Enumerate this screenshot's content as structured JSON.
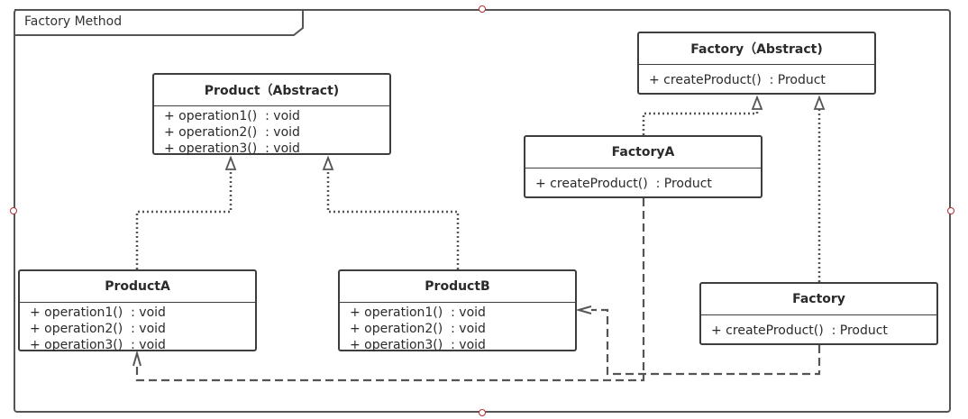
{
  "frame": {
    "title": "Factory Method"
  },
  "classes": {
    "product_abstract": {
      "name": "Product（Abstract)",
      "ops": [
        "+ operation1()  : void",
        "+ operation2()  : void",
        "+ operation3()  : void"
      ]
    },
    "product_a": {
      "name": "ProductA",
      "ops": [
        "+ operation1()  : void",
        "+ operation2()  : void",
        "+ operation3()  : void"
      ]
    },
    "product_b": {
      "name": "ProductB",
      "ops": [
        "+ operation1()  : void",
        "+ operation2()  : void",
        "+ operation3()  : void"
      ]
    },
    "factory_abstract": {
      "name": "Factory（Abstract)",
      "ops": [
        "+ createProduct()  : Product"
      ]
    },
    "factory_a": {
      "name": "FactoryA",
      "ops": [
        "+ createProduct()  : Product"
      ]
    },
    "factory": {
      "name": "Factory",
      "ops": [
        "+ createProduct()  : Product"
      ]
    }
  },
  "relations": [
    {
      "kind": "realization",
      "from": "ProductA",
      "to": "Product（Abstract)"
    },
    {
      "kind": "realization",
      "from": "ProductB",
      "to": "Product（Abstract)"
    },
    {
      "kind": "realization",
      "from": "FactoryA",
      "to": "Factory（Abstract)"
    },
    {
      "kind": "realization",
      "from": "Factory",
      "to": "Factory（Abstract)"
    },
    {
      "kind": "dependency",
      "from": "FactoryA",
      "to": "ProductA"
    },
    {
      "kind": "dependency",
      "from": "Factory",
      "to": "ProductB"
    }
  ],
  "colors": {
    "border": "#3d3d3d",
    "line": "#555555",
    "handle": "#b03030"
  }
}
